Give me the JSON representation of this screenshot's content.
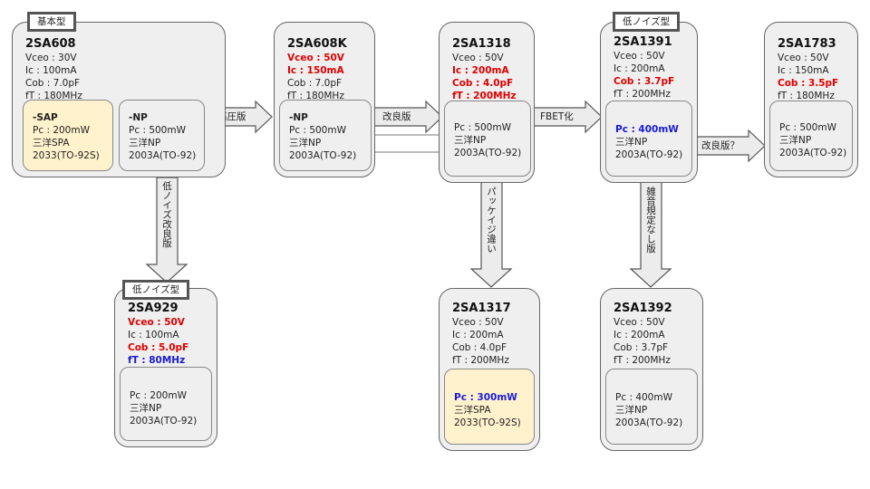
{
  "tags": {
    "basic": "基本型",
    "low_noise_1391": "低ノイズ型",
    "low_noise_929": "低ノイズ型"
  },
  "cards": {
    "sa608": {
      "name": "2SA608",
      "specs": [
        "Vceo : 30V",
        "Ic : 100mA",
        "Cob : 7.0pF",
        "fT : 180MHz"
      ],
      "sub_sap": [
        "-SAP",
        "Pc : 200mW",
        "三洋SPA",
        "2033(TO-92S)"
      ],
      "sub_np": [
        "-NP",
        "Pc : 500mW",
        "三洋NP",
        "2003A(TO-92)"
      ]
    },
    "sa608k": {
      "name": "2SA608K",
      "specs": [
        "Vceo : 50V",
        "Ic : 150mA",
        "Cob : 7.0pF",
        "fT : 180MHz"
      ],
      "sub": [
        "-NP",
        "Pc : 500mW",
        "三洋NP",
        "2003A(TO-92)"
      ]
    },
    "sa1318": {
      "name": "2SA1318",
      "specs": [
        "Vceo : 50V",
        "Ic : 200mA",
        "Cob : 4.0pF",
        "fT : 200MHz"
      ],
      "sub": [
        "Pc : 500mW",
        "三洋NP",
        "2003A(TO-92)"
      ]
    },
    "sa1391": {
      "name": "2SA1391",
      "specs": [
        "Vceo : 50V",
        "Ic : 200mA",
        "Cob : 3.7pF",
        "fT : 200MHz"
      ],
      "sub": [
        "Pc : 400mW",
        "三洋NP",
        "2003A(TO-92)"
      ]
    },
    "sa1783": {
      "name": "2SA1783",
      "specs": [
        "Vceo : 50V",
        "Ic : 150mA",
        "Cob : 3.5pF",
        "fT : 180MHz"
      ],
      "sub": [
        "Pc : 500mW",
        "三洋NP",
        "2003A(TO-92)"
      ]
    },
    "sa929": {
      "name": "2SA929",
      "specs": [
        "Vceo : 50V",
        "Ic : 100mA",
        "Cob : 5.0pF",
        "fT : 80MHz"
      ],
      "sub": [
        "Pc : 200mW",
        "三洋NP",
        "2003A(TO-92)"
      ]
    },
    "sa1317": {
      "name": "2SA1317",
      "specs": [
        "Vceo : 50V",
        "Ic : 200mA",
        "Cob : 4.0pF",
        "fT : 200MHz"
      ],
      "sub": [
        "Pc : 300mW",
        "三洋SPA",
        "2033(TO-92S)"
      ]
    },
    "sa1392": {
      "name": "2SA1392",
      "specs": [
        "Vceo : 50V",
        "Ic : 200mA",
        "Cob : 3.7pF",
        "fT : 200MHz"
      ],
      "sub": [
        "Pc : 400mW",
        "三洋NP",
        "2003A(TO-92)"
      ]
    }
  },
  "arrows": {
    "high_voltage": "高圧版",
    "improved": "改良版",
    "fbet": "FBET化",
    "improved_q": "改良版？",
    "low_noise_improved": "低ノイズ改良版",
    "package_diff": "パッケイジ違い",
    "no_noise_spec": "雑音規定なし版"
  },
  "colors": {
    "card_bg": "#efefef",
    "highlight_red": "#e00000",
    "highlight_blue": "#1a1adc",
    "package_yellow": "#fff2cc"
  }
}
